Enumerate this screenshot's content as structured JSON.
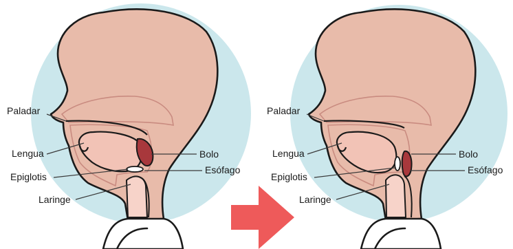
{
  "labels": {
    "paladar": "Paladar",
    "lengua": "Lengua",
    "epiglotis": "Epiglotis",
    "laringe": "Laringe",
    "bolo": "Bolo",
    "esofago": "Esófago"
  },
  "colors": {
    "background_circle": "#cbe7ec",
    "head_skin": "#e8bbaa",
    "cavity": "#f7d3c9",
    "bolus": "#a8383c",
    "arrow": "#ee5a5a",
    "outline": "#1a1a1a"
  },
  "arrow_icon": "right-arrow-icon"
}
